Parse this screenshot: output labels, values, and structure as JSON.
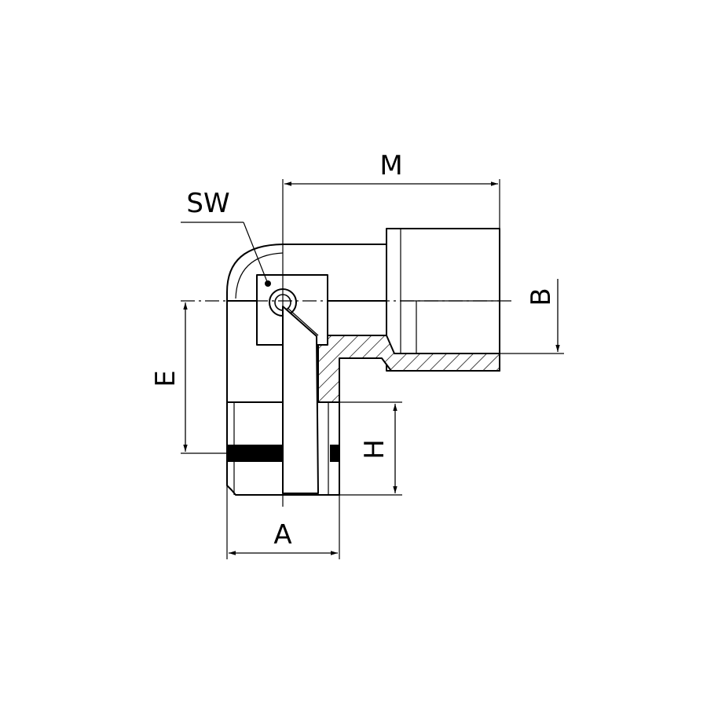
{
  "colors": {
    "line": "#000000",
    "background": "#ffffff"
  },
  "labels": {
    "sw": "SW",
    "m": "M",
    "b": "B",
    "e": "E",
    "h": "H",
    "a": "A"
  }
}
